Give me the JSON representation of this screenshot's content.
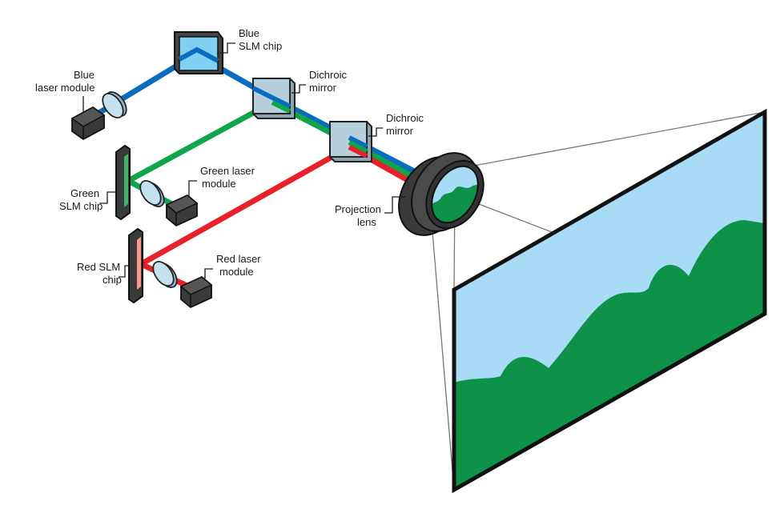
{
  "labels": {
    "blue_slm": [
      "Blue",
      "SLM chip"
    ],
    "blue_laser": [
      "Blue",
      "laser module"
    ],
    "dichroic_1": [
      "Dichroic",
      "mirror"
    ],
    "dichroic_2": [
      "Dichroic",
      "mirror"
    ],
    "green_slm": [
      "Green",
      "SLM chip"
    ],
    "green_laser": [
      "Green laser",
      "module"
    ],
    "red_slm": [
      "Red SLM",
      "chip"
    ],
    "red_laser": [
      "Red laser",
      "module"
    ],
    "projection_lens": [
      "Projection",
      "lens"
    ]
  },
  "colors": {
    "blue_beam": "#0a6cbf",
    "green_beam": "#10a54a",
    "red_beam": "#e8202a",
    "module_body": "#3a3a3a",
    "slm_blue_face": "#7fd0f2",
    "slm_green_face": "#3fb36a",
    "slm_red_face": "#f59a8a",
    "lens_glass": "#b8d8ea",
    "mirror_glass": "#b5cfdc",
    "screen_sky": "#a8dbf5",
    "screen_hills": "#0e9148",
    "outline": "#222222"
  },
  "icons": [
    "laser-module-icon",
    "collimating-lens-icon",
    "slm-chip-icon",
    "dichroic-mirror-icon",
    "projection-lens-icon",
    "projection-screen-icon"
  ]
}
